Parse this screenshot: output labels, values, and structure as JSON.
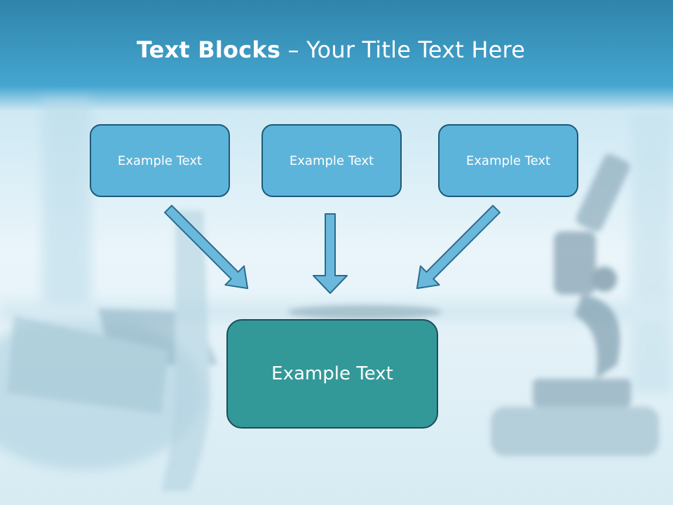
{
  "title": {
    "bold": "Text Blocks",
    "separator": " – ",
    "rest": "Your Title Text Here"
  },
  "blocks": {
    "top": [
      "Example Text",
      "Example Text",
      "Example Text"
    ],
    "bottom": "Example Text"
  },
  "colors": {
    "header_band": "#3fa0c8",
    "small_box_fill": "#5db4da",
    "small_box_border": "#1e5a78",
    "big_box_fill": "#339898",
    "big_box_border": "#1c4d5a",
    "arrow_fill": "#6ab9dd",
    "arrow_stroke": "#2a6c8e"
  }
}
